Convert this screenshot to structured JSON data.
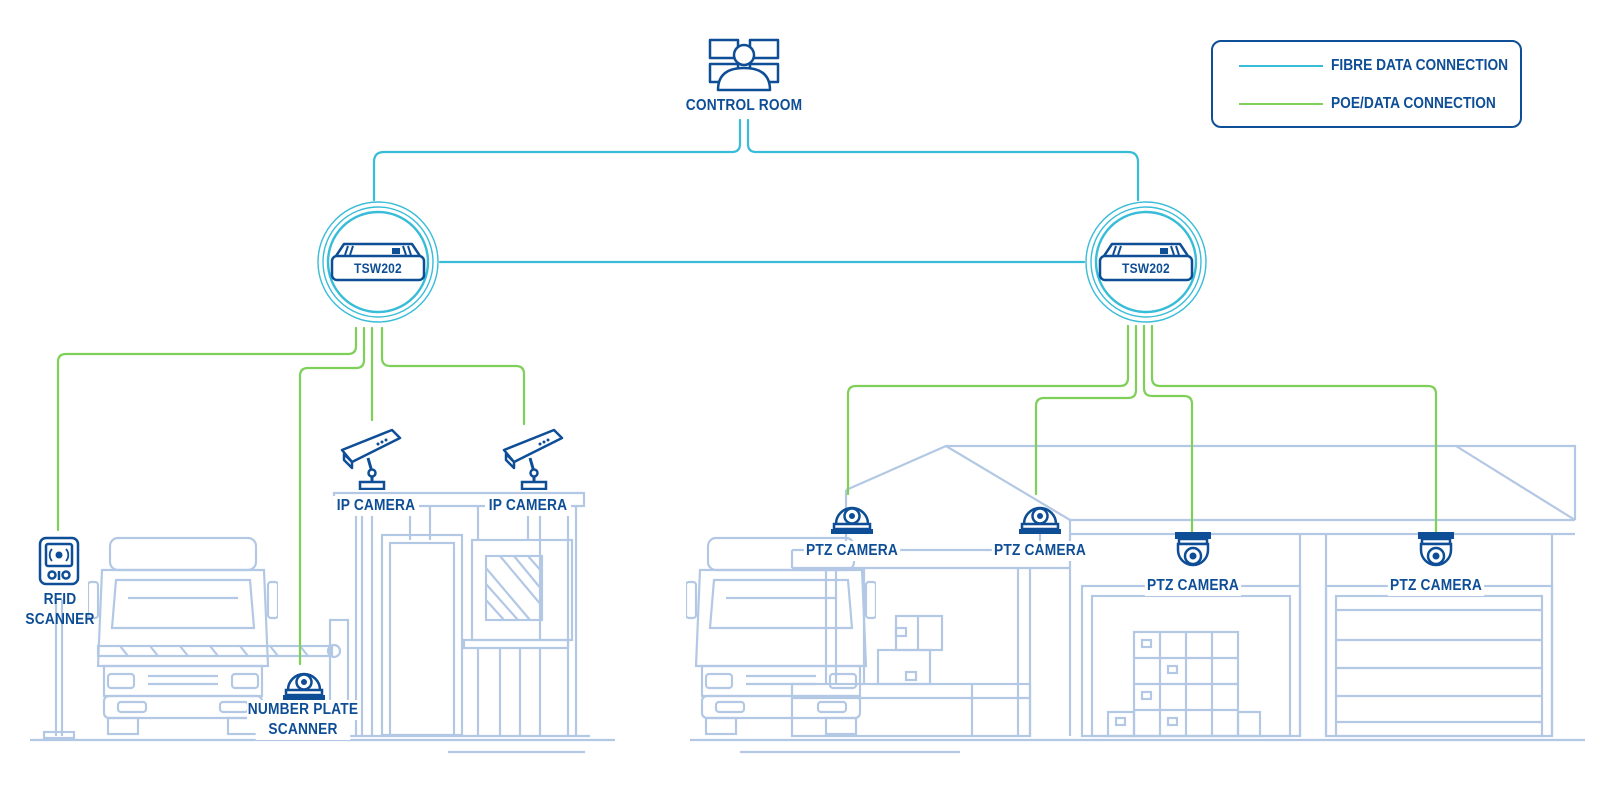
{
  "colors": {
    "fibre": "#38bcd8",
    "poe": "#7ed058",
    "icon": "#0e4e96",
    "building": "#b3c8e4"
  },
  "legend": {
    "fibre_label": "FIBRE DATA CONNECTION",
    "poe_label": "POE/DATA CONNECTION"
  },
  "control_room": {
    "label": "CONTROL ROOM",
    "icon": "operator-icon"
  },
  "switches": [
    {
      "label": "TSW202",
      "icon": "network-switch-icon"
    },
    {
      "label": "TSW202",
      "icon": "network-switch-icon"
    }
  ],
  "left_site": {
    "rfid": {
      "line1": "RFID",
      "line2": "SCANNER",
      "icon": "rfid-reader-icon"
    },
    "plate": {
      "line1": "NUMBER PLATE",
      "line2": "SCANNER",
      "icon": "dome-camera-icon"
    },
    "ip_camera_1": {
      "label": "IP CAMERA",
      "icon": "bullet-camera-icon"
    },
    "ip_camera_2": {
      "label": "IP CAMERA",
      "icon": "bullet-camera-icon"
    }
  },
  "right_site": {
    "ptz_1": {
      "label": "PTZ CAMERA",
      "icon": "dome-camera-icon"
    },
    "ptz_2": {
      "label": "PTZ CAMERA",
      "icon": "dome-camera-icon"
    },
    "ptz_3": {
      "label": "PTZ CAMERA",
      "icon": "ceiling-ptz-icon"
    },
    "ptz_4": {
      "label": "PTZ CAMERA",
      "icon": "ceiling-ptz-icon"
    }
  }
}
